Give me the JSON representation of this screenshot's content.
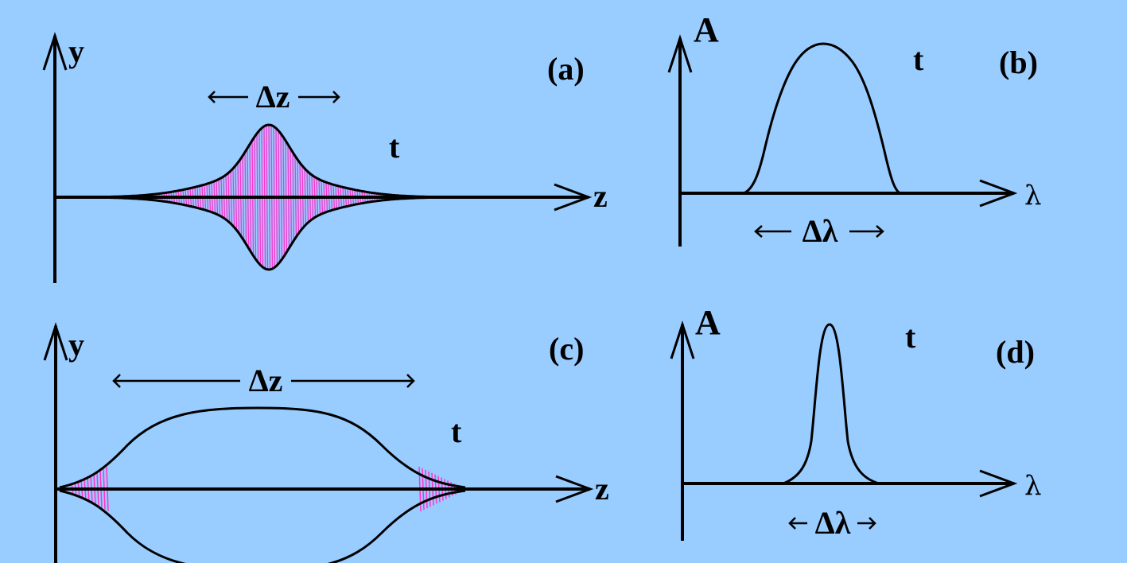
{
  "colors": {
    "background": "#99ccff",
    "wave": "#ff33cc",
    "ink": "#000000"
  },
  "panels": {
    "a": {
      "tag": "(a)",
      "y_label": "y",
      "x_label": "z",
      "time_label": "t",
      "width_label": "Δz"
    },
    "b": {
      "tag": "(b)",
      "y_label": "A",
      "x_label": "λ",
      "time_label": "t",
      "width_label": "Δλ"
    },
    "c": {
      "tag": "(c)",
      "y_label": "y",
      "x_label": "z",
      "time_label": "t",
      "width_label": "Δz"
    },
    "d": {
      "tag": "(d)",
      "y_label": "A",
      "x_label": "λ",
      "time_label": "t",
      "width_label": "Δλ"
    }
  }
}
